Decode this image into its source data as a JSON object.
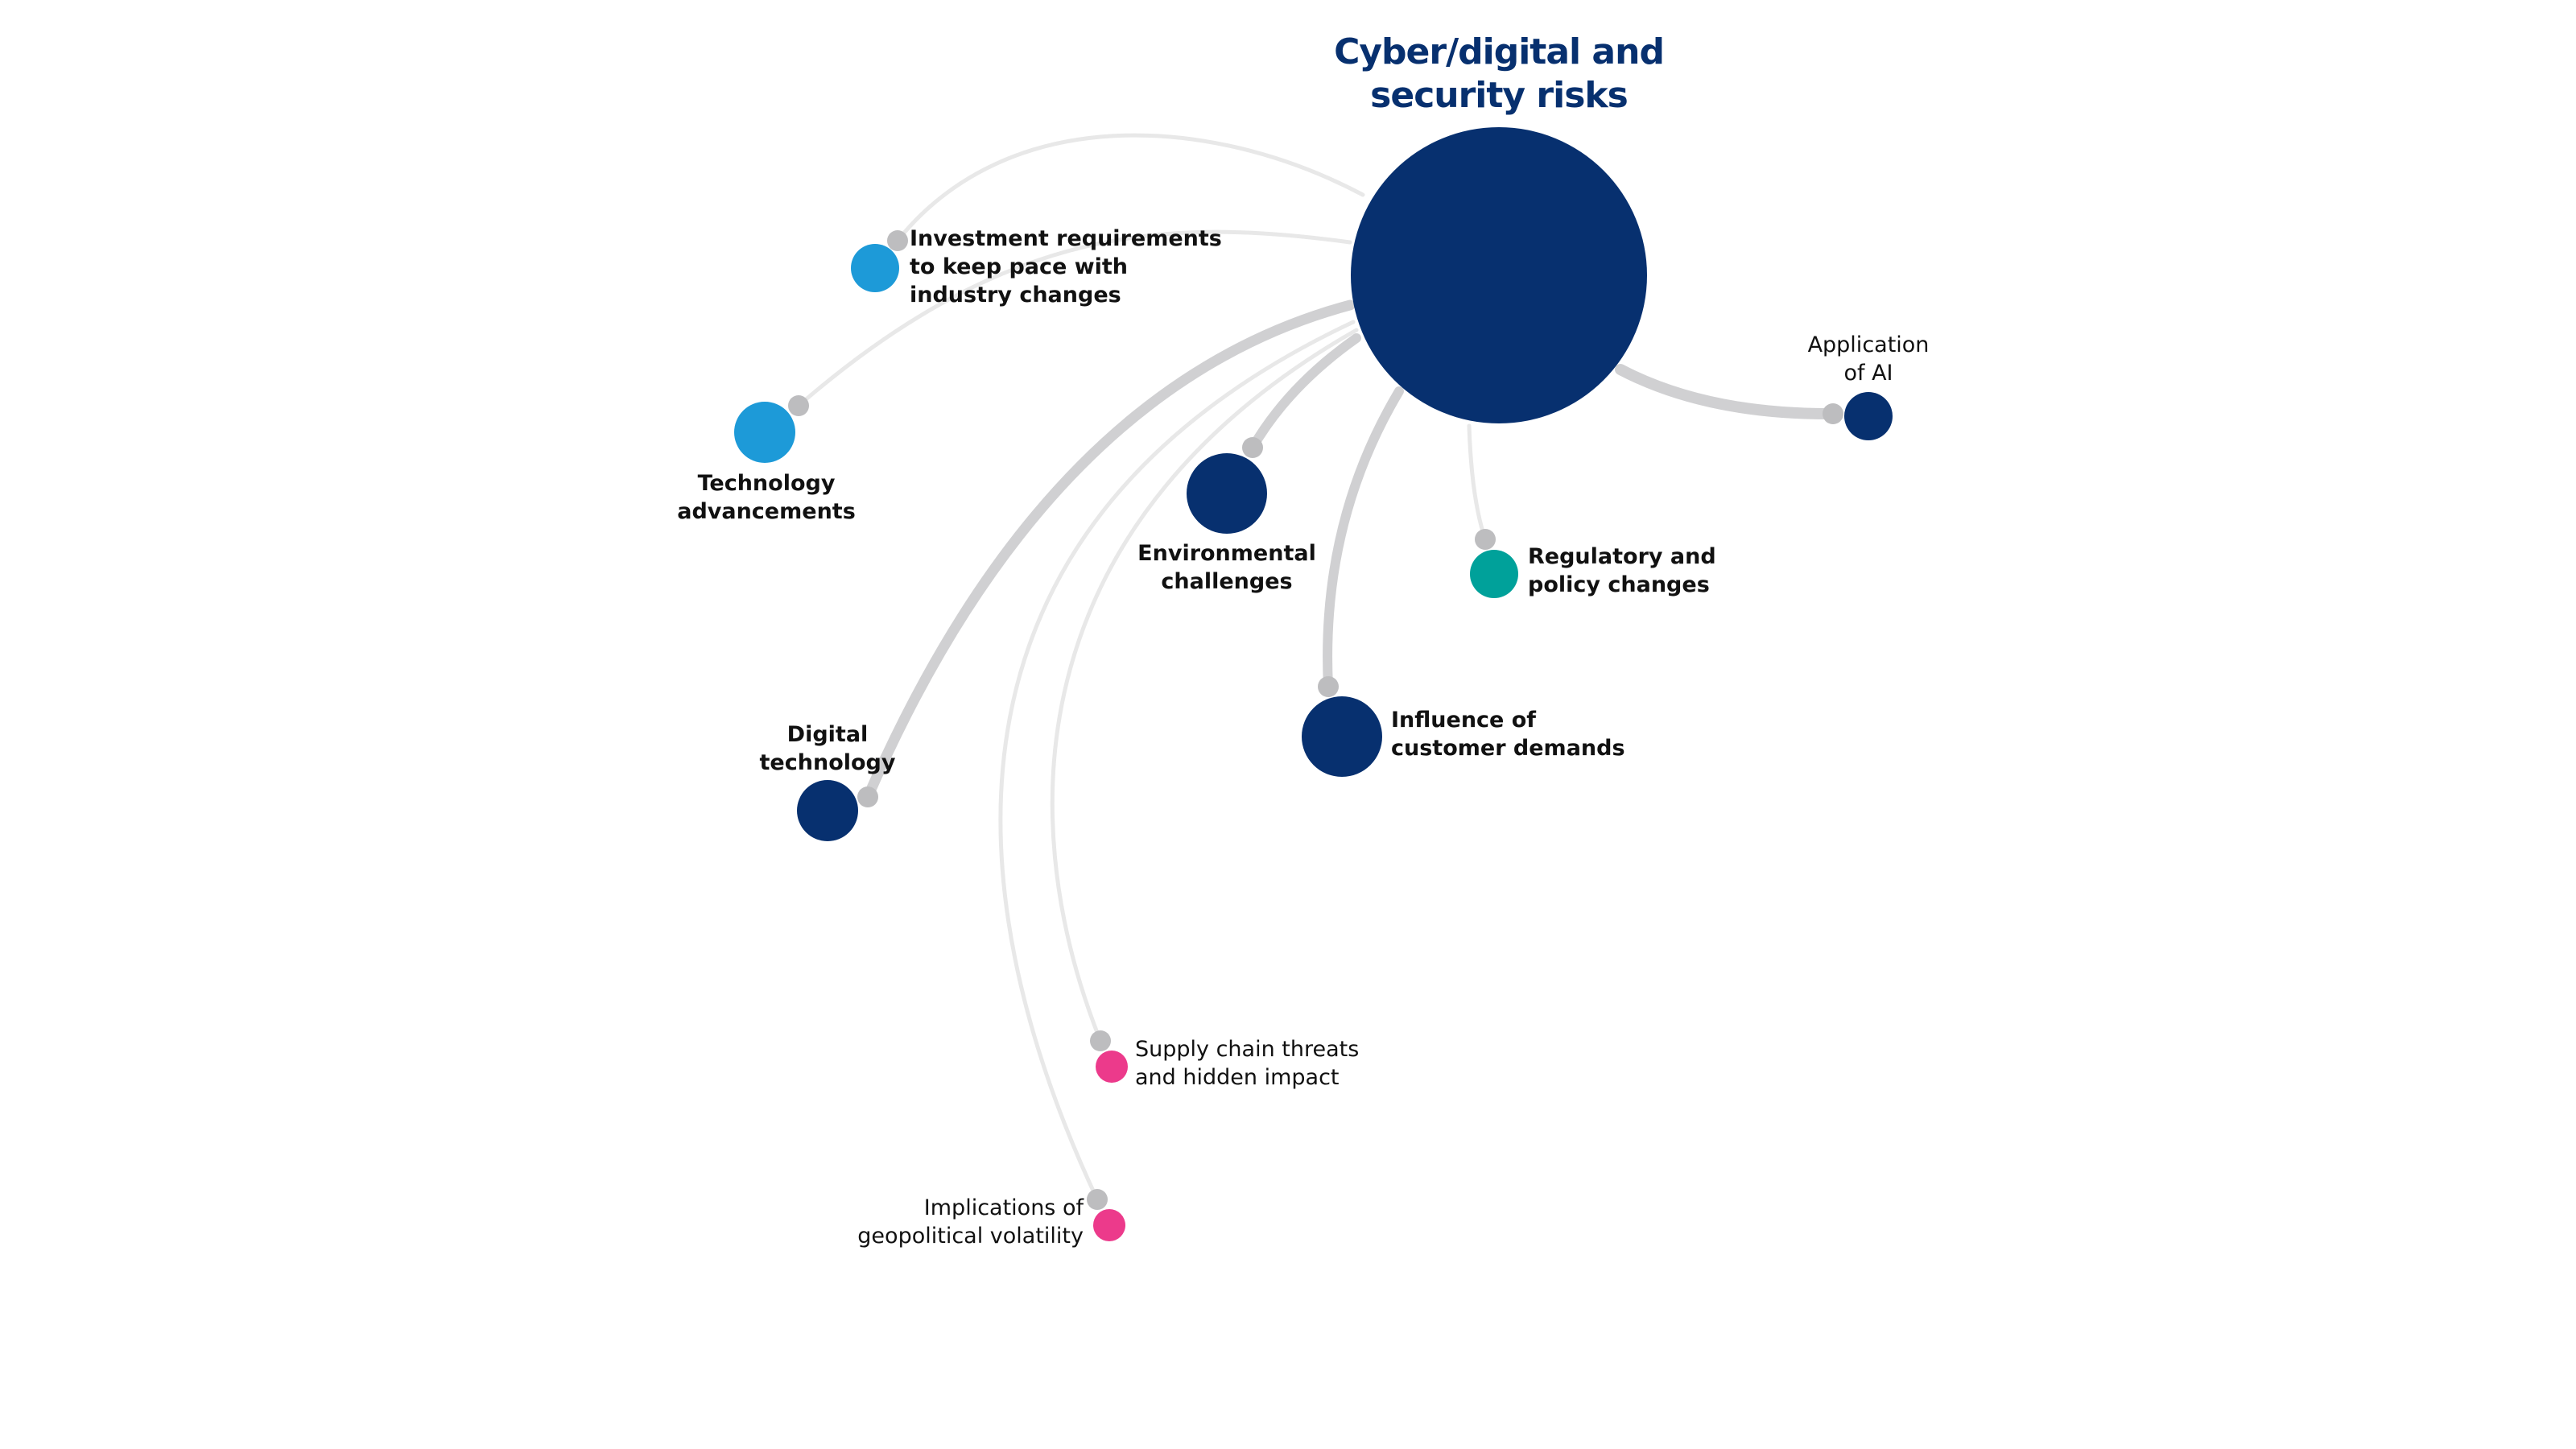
{
  "title": {
    "line1": "Cyber/digital and",
    "line2": "security risks"
  },
  "colors": {
    "navy": "#07306f",
    "light_blue": "#1d9ad8",
    "teal": "#00a19a",
    "pink": "#ec3a8b",
    "connector_thick": "#d0d0d2",
    "connector_thin": "#e8e8e8",
    "endpoint": "#bdbdbf"
  },
  "nodes": [
    {
      "id": "investment",
      "line1": "Investment requirements",
      "line2": "to keep pace with",
      "line3": "industry changes"
    },
    {
      "id": "technology",
      "line1": "Technology",
      "line2": "advancements"
    },
    {
      "id": "environmental",
      "line1": "Environmental",
      "line2": "challenges"
    },
    {
      "id": "regulatory",
      "line1": "Regulatory and",
      "line2": "policy changes"
    },
    {
      "id": "ai",
      "line1": "Application",
      "line2": "of AI"
    },
    {
      "id": "customer",
      "line1": "Influence of",
      "line2": "customer demands"
    },
    {
      "id": "digital",
      "line1": "Digital",
      "line2": "technology"
    },
    {
      "id": "supply",
      "line1": "Supply chain threats",
      "line2": "and hidden impact"
    },
    {
      "id": "geopolitical",
      "line1": "Implications of",
      "line2": "geopolitical volatility"
    }
  ]
}
